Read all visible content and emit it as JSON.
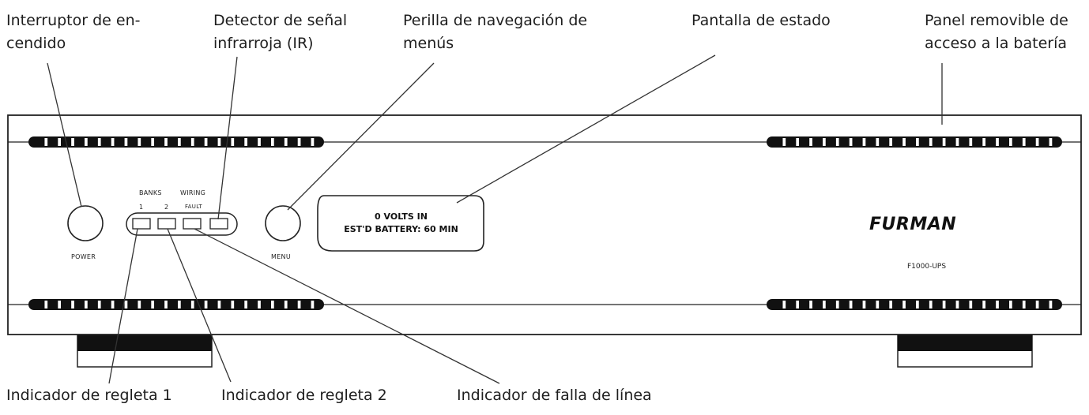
{
  "callouts": {
    "power_switch": [
      "Interruptor de en-",
      "cendido"
    ],
    "ir_detector": [
      "Detector de señal",
      "infrarroja (IR)"
    ],
    "menu_knob": [
      "Perilla de navegación de",
      "menús"
    ],
    "status_display": [
      "Pantalla de estado"
    ],
    "battery_panel": [
      "Panel removible de",
      "acceso a la batería"
    ],
    "bank1_indicator": [
      "Indicador de regleta 1"
    ],
    "bank2_indicator": [
      "Indicador de regleta 2"
    ],
    "line_fault_indicator": [
      "Indicador de falla de línea"
    ]
  },
  "unit": {
    "power_label": "POWER",
    "menu_label": "MENU",
    "banks_label": "BANKS",
    "wiring_label": "WIRING",
    "bank1_num": "1",
    "bank2_num": "2",
    "fault_label": "FAULT",
    "display_line1": "0 VOLTS IN",
    "display_line2": "EST'D BATTERY: 60 MIN",
    "brand": "FURMAN",
    "model": "F1000-UPS"
  },
  "colors": {
    "ink": "#1a1a1a",
    "background": "#ffffff"
  }
}
